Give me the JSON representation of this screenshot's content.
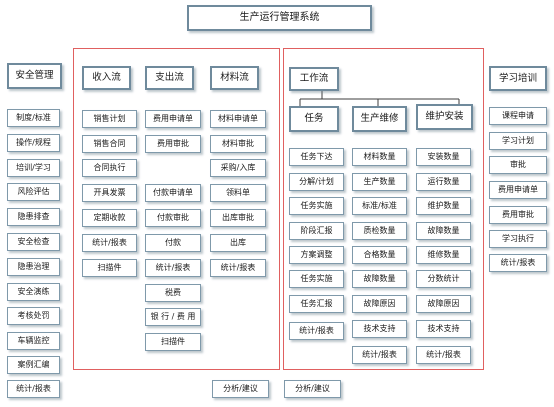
{
  "title": "生产运行管理系统",
  "safety": {
    "header": "安全管理",
    "items": [
      "制度/标准",
      "操作/规程",
      "培训/学习",
      "风险评估",
      "隐患排查",
      "安全检查",
      "隐患治理",
      "安全演练",
      "考核处罚",
      "车辆监控",
      "案例汇编",
      "统计/报表"
    ]
  },
  "income": {
    "header": "收入流",
    "items": [
      "销售计划",
      "销售合同",
      "合同执行",
      "开具发票",
      "定期收款",
      "统计/报表",
      "扫描件"
    ]
  },
  "expense": {
    "header": "支出流",
    "items": [
      "费用申请单",
      "费用审批",
      "付款申请单",
      "付款审批",
      "付款",
      "统计/报表",
      "税费",
      "银 行 / 费 用",
      "扫描件"
    ]
  },
  "material": {
    "header": "材料流",
    "items": [
      "材料申请单",
      "材料审批",
      "采购/入库",
      "领料单",
      "出库审批",
      "出库",
      "统计/报表"
    ]
  },
  "workflow": {
    "header": "工作流"
  },
  "task": {
    "header": "任务",
    "items": [
      "任务下达",
      "分解/计划",
      "任务实施",
      "阶段汇报",
      "方案调整",
      "任务实施",
      "任务汇报",
      "统计/报表"
    ]
  },
  "maintenance": {
    "header": "生产维修",
    "items": [
      "材料数量",
      "生产数量",
      "标准/标准",
      "质检数量",
      "合格数量",
      "故障数量",
      "故障原因",
      "技术支持",
      "统计/报表"
    ]
  },
  "install": {
    "header": "维护安装",
    "items": [
      "安装数量",
      "运行数量",
      "维护数量",
      "故障数量",
      "维修数量",
      "分数统计",
      "故障原因",
      "技术支持",
      "统计/报表"
    ]
  },
  "training": {
    "header": "学习培训",
    "items": [
      "课程申请",
      "学习计划",
      "审批",
      "费用申请单",
      "费用审批",
      "学习执行",
      "统计/报表"
    ]
  },
  "analysis": [
    "分析/建议",
    "分析/建议"
  ],
  "colors": {
    "box_border": "#7f99aa",
    "panel_border": "#e06060",
    "connector": "#3c3c3c"
  }
}
